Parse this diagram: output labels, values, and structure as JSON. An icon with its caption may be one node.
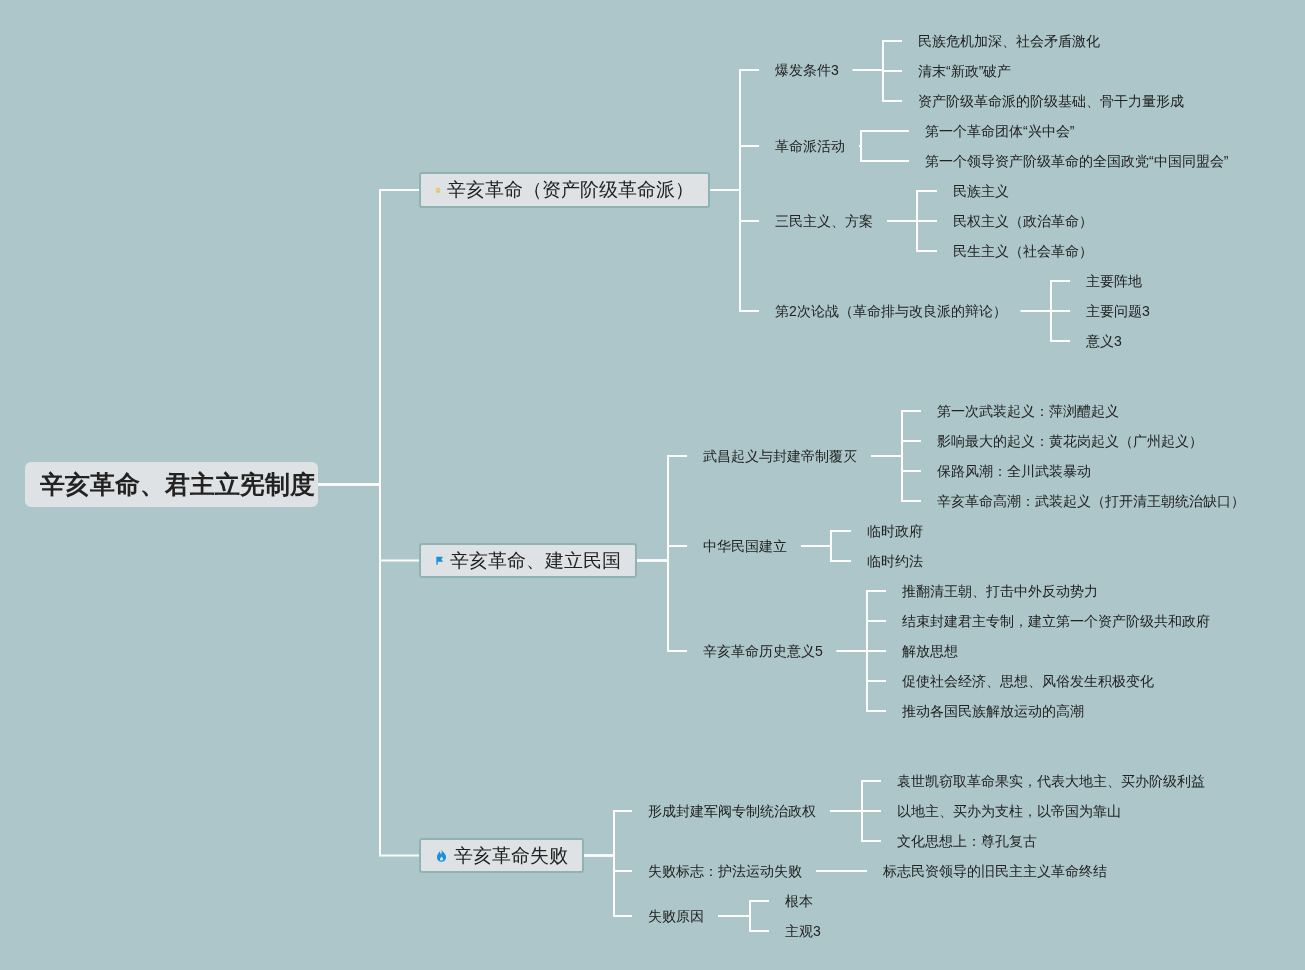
{
  "diagram": {
    "nodes": [
      {
        "text": [
          "辛亥革命、君主立宪制度"
        ]
      },
      {
        "text": [
          "辛亥革命（资产阶级革命派）"
        ]
      },
      {
        "text": [
          "爆发条件3"
        ]
      },
      {
        "text": [
          "民族危机加深、社会矛盾激化"
        ]
      },
      {
        "text": [
          "清末“新政”破产"
        ]
      },
      {
        "text": [
          "资产阶级革命派的阶级基础、骨干力量形成"
        ]
      },
      {
        "text": [
          "革命派活动"
        ]
      },
      {
        "text": [
          "第一个革命团体“兴中会”"
        ]
      },
      {
        "text": [
          "第一个领导资产阶级革命的全国政党“中国同盟会”"
        ]
      },
      {
        "text": [
          "三民主义、方案"
        ]
      },
      {
        "text": [
          "民族主义"
        ]
      },
      {
        "text": [
          "民权主义（政治革命）"
        ]
      },
      {
        "text": [
          "民生主义（社会革命）"
        ]
      },
      {
        "text": [
          "第2次论战（革命排与改良派的辩论）"
        ]
      },
      {
        "text": [
          "主要阵地"
        ]
      },
      {
        "text": [
          "主要问题3"
        ]
      },
      {
        "text": [
          "意义3"
        ]
      },
      {
        "text": [
          "辛亥革命、建立民国"
        ]
      },
      {
        "text": [
          "武昌起义与封建帝制覆灭"
        ]
      },
      {
        "text": [
          "第一次武装起义：萍浏醴起义"
        ]
      },
      {
        "text": [
          "影响最大的起义：黄花岗起义（广州起义）"
        ]
      },
      {
        "text": [
          "保路风潮：全川武装暴动"
        ]
      },
      {
        "text": [
          "辛亥革命高潮：武装起义（打开清王朝统治缺口）"
        ]
      },
      {
        "text": [
          "中华民国建立"
        ]
      },
      {
        "text": [
          "临时政府"
        ]
      },
      {
        "text": [
          "临时约法"
        ]
      },
      {
        "text": [
          "辛亥革命历史意义5"
        ]
      },
      {
        "text": [
          "推翻清王朝、打击中外反动势力"
        ]
      },
      {
        "text": [
          "结束封建君主专制，建立第一个资产阶级共和政府"
        ]
      },
      {
        "text": [
          "解放思想"
        ]
      },
      {
        "text": [
          "促使社会经济、思想、风俗发生积极变化"
        ]
      },
      {
        "text": [
          "推动各国民族解放运动的高潮"
        ]
      },
      {
        "text": [
          "辛亥革命失败"
        ]
      },
      {
        "text": [
          "形成封建军阀专制统治政权"
        ]
      },
      {
        "text": [
          "袁世凯窃取革命果实，代表大地主、买办阶级利益"
        ]
      },
      {
        "text": [
          "以地主、买办为支柱，以帝国为靠山"
        ]
      },
      {
        "text": [
          "文化思想上：尊孔复古"
        ]
      },
      {
        "text": [
          "失败标志：护法运动失败"
        ]
      },
      {
        "text": [
          "标志民资领导的旧民主主义革命终结"
        ]
      },
      {
        "text": [
          "失败原因"
        ]
      },
      {
        "text": [
          "根本"
        ]
      },
      {
        "text": [
          "主观3"
        ]
      }
    ],
    "edges": [
      {
        "from": 0,
        "to": 1,
        "arrow": "none"
      },
      {
        "from": 0,
        "to": 17,
        "arrow": "none"
      },
      {
        "from": 0,
        "to": 32,
        "arrow": "none"
      },
      {
        "from": 1,
        "to": 2,
        "arrow": "none"
      },
      {
        "from": 1,
        "to": 6,
        "arrow": "none"
      },
      {
        "from": 1,
        "to": 9,
        "arrow": "none"
      },
      {
        "from": 1,
        "to": 13,
        "arrow": "none"
      },
      {
        "from": 2,
        "to": 3,
        "arrow": "none"
      },
      {
        "from": 2,
        "to": 4,
        "arrow": "none"
      },
      {
        "from": 2,
        "to": 5,
        "arrow": "none"
      },
      {
        "from": 6,
        "to": 7,
        "arrow": "none"
      },
      {
        "from": 6,
        "to": 8,
        "arrow": "none"
      },
      {
        "from": 9,
        "to": 10,
        "arrow": "none"
      },
      {
        "from": 9,
        "to": 11,
        "arrow": "none"
      },
      {
        "from": 9,
        "to": 12,
        "arrow": "none"
      },
      {
        "from": 13,
        "to": 14,
        "arrow": "none"
      },
      {
        "from": 13,
        "to": 15,
        "arrow": "none"
      },
      {
        "from": 13,
        "to": 16,
        "arrow": "none"
      },
      {
        "from": 17,
        "to": 18,
        "arrow": "none"
      },
      {
        "from": 17,
        "to": 23,
        "arrow": "none"
      },
      {
        "from": 17,
        "to": 26,
        "arrow": "none"
      },
      {
        "from": 18,
        "to": 19,
        "arrow": "none"
      },
      {
        "from": 18,
        "to": 20,
        "arrow": "none"
      },
      {
        "from": 18,
        "to": 21,
        "arrow": "none"
      },
      {
        "from": 18,
        "to": 22,
        "arrow": "none"
      },
      {
        "from": 23,
        "to": 24,
        "arrow": "none"
      },
      {
        "from": 23,
        "to": 25,
        "arrow": "none"
      },
      {
        "from": 26,
        "to": 27,
        "arrow": "none"
      },
      {
        "from": 26,
        "to": 28,
        "arrow": "none"
      },
      {
        "from": 26,
        "to": 29,
        "arrow": "none"
      },
      {
        "from": 26,
        "to": 30,
        "arrow": "none"
      },
      {
        "from": 26,
        "to": 31,
        "arrow": "none"
      },
      {
        "from": 32,
        "to": 33,
        "arrow": "none"
      },
      {
        "from": 32,
        "to": 37,
        "arrow": "none"
      },
      {
        "from": 32,
        "to": 39,
        "arrow": "none"
      },
      {
        "from": 33,
        "to": 34,
        "arrow": "none"
      },
      {
        "from": 33,
        "to": 35,
        "arrow": "none"
      },
      {
        "from": 33,
        "to": 36,
        "arrow": "none"
      },
      {
        "from": 37,
        "to": 38,
        "arrow": "none"
      },
      {
        "from": 39,
        "to": 40,
        "arrow": "none"
      },
      {
        "from": 39,
        "to": 41,
        "arrow": "none"
      }
    ]
  }
}
